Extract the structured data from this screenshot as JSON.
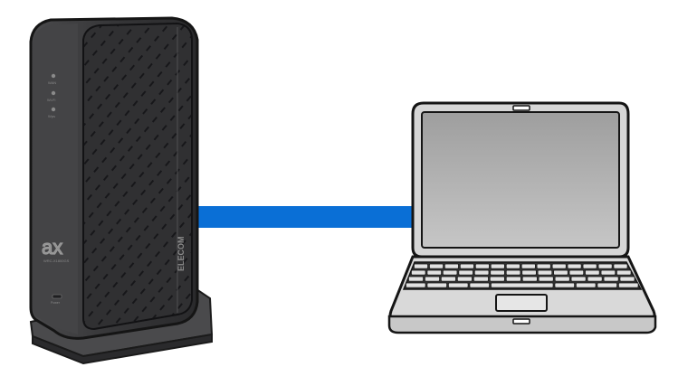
{
  "router": {
    "indicators": [
      "WAN",
      "Wi-Fi",
      "Wps"
    ],
    "brand_badge": "ax",
    "model_text": "WRC-X1800GS",
    "side_brand": "ELECOM",
    "bottom_label": "Power",
    "color": "#3a3a3c"
  },
  "link": {
    "color": "#0a6fd6"
  },
  "laptop": {
    "screen_color": "#b9b9b9",
    "body_color": "#d2d2d2"
  }
}
